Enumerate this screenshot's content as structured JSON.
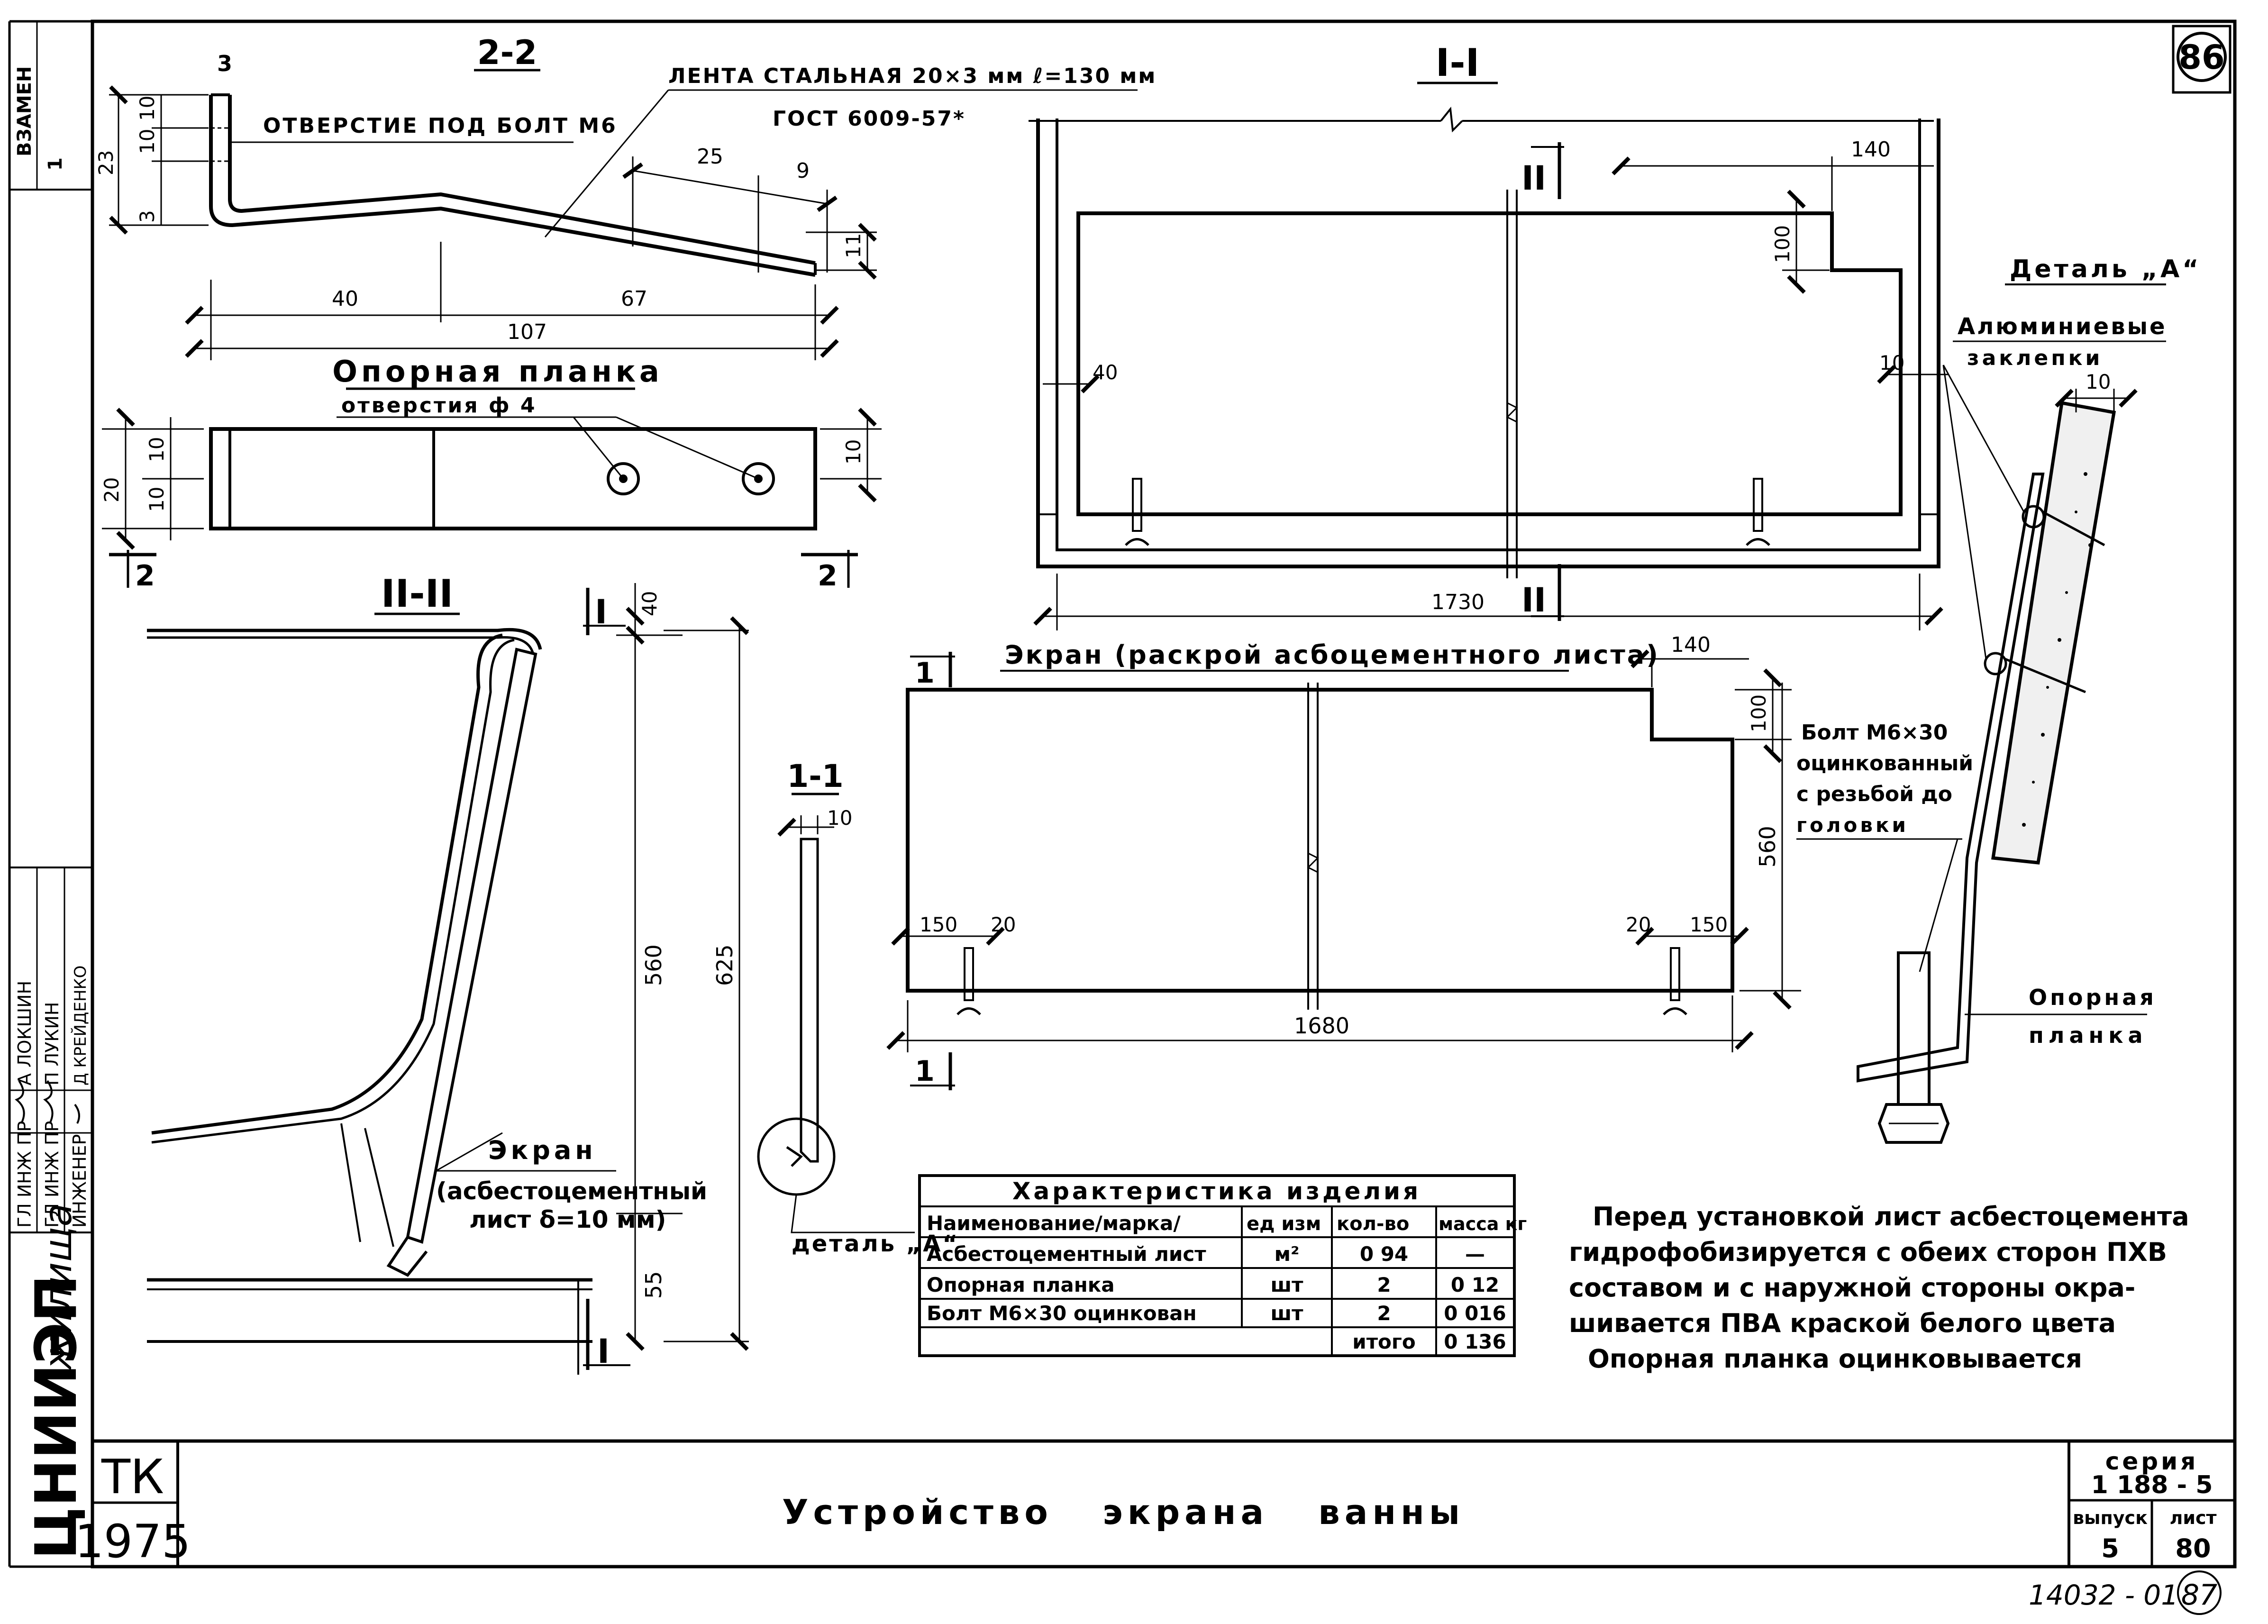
{
  "sheet_badge": "86",
  "stamp": {
    "vzamen": "ВЗАМЕН",
    "sheet_ref": "1",
    "org": "ЦНИИЭП",
    "org_sub": "жилища",
    "roles": [
      "ГЛ ИНЖ ПР",
      "ГЛ ИНЖ ПР",
      "ИНЖЕНЕР"
    ],
    "names": [
      "А ЛОКШИН",
      "П ЛУКИН",
      "Д КРЕЙДЕНКО"
    ]
  },
  "section_2_2": {
    "title": "2-2",
    "dim_thickness": "3",
    "label_hole": "ОТВЕРСТИЕ ПОД БОЛТ М6",
    "label_strip_1": "ЛЕНТА СТАЛЬНАЯ 20×3 мм  ℓ=130 мм",
    "label_strip_2": "ГОСТ 6009-57*",
    "dims": [
      "23",
      "10",
      "10",
      "3",
      "25",
      "9",
      "11",
      "40",
      "67",
      "107"
    ]
  },
  "support_strip": {
    "title": "Опорная планка",
    "subtitle": "отверстия ф 4",
    "dims": [
      "20",
      "10",
      "10",
      "10"
    ],
    "mark_left": "2",
    "mark_right": "2"
  },
  "section_1_1_top": {
    "title": "I-I",
    "mark": "II",
    "dims": [
      "140",
      "100",
      "10",
      "40",
      "1730"
    ]
  },
  "section_2_2_big": {
    "title": "II-II",
    "mark": "I",
    "label_screen_1": "Экран",
    "label_screen_2": "(асбестоцементный",
    "label_screen_3": "лист δ=10 мм)",
    "dims": [
      "40",
      "560",
      "625",
      "55"
    ]
  },
  "small_section": {
    "title": "1-1",
    "dim": "10",
    "detail_label": "деталь „А“"
  },
  "screen_layout": {
    "title": "Экран (раскрой асбоцементного листа)",
    "mark": "1",
    "dims": [
      "140",
      "100",
      "560",
      "150",
      "20",
      "20",
      "150",
      "1680"
    ]
  },
  "detail_a": {
    "title": "Деталь „А“",
    "label_rivets_1": "Алюминиевые",
    "label_rivets_2": "заклепки",
    "dim": "10",
    "label_bolt_1": "Болт М6×30",
    "label_bolt_2": "оцинкованный",
    "label_bolt_3": "с резьбой до",
    "label_bolt_4": "головки",
    "label_strip_1": "Опорная",
    "label_strip_2": "планка"
  },
  "spec_table": {
    "title": "Характеристика изделия",
    "headers": [
      "Наименование/марка/",
      "ед изм",
      "кол-во",
      "масса кг"
    ],
    "rows": [
      [
        "Асбестоцементный лист",
        "м²",
        "0 94",
        "—"
      ],
      [
        "Опорная планка",
        "шт",
        "2",
        "0 12"
      ],
      [
        "Болт М6×30 оцинкован",
        "шт",
        "2",
        "0 016"
      ]
    ],
    "total_label": "итого",
    "total_value": "0 136"
  },
  "notes": [
    "Перед установкой лист асбестоцемента",
    "гидрофобизируется с обеих сторон ПХВ",
    "составом и с наружной стороны окра-",
    "шивается ПВА краской белого цвета",
    "Опорная планка оцинковывается"
  ],
  "title_block": {
    "tk": "ТК",
    "year": "1975",
    "title": "Устройство   экрана   ванны",
    "series_label": "серия",
    "series_value": "1 188 - 5",
    "issue_label": "выпуск",
    "issue_value": "5",
    "sheet_label": "лист",
    "sheet_value": "80"
  },
  "archive_code": "14032 - 01",
  "archive_page": "87"
}
